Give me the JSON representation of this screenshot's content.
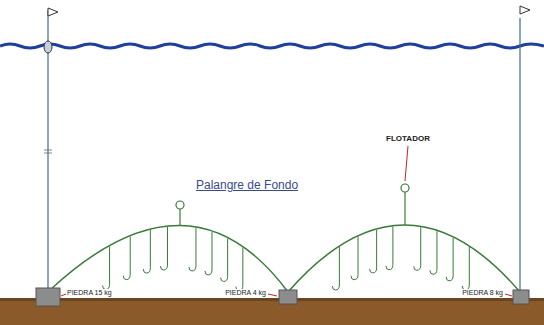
{
  "diagram": {
    "title": "Palangre de Fondo",
    "labels": [
      "FLOTADOR",
      "PIEDRA 15 kg",
      "PIEDRA 4 kg",
      "PIEDRA 8 kg"
    ]
  }
}
